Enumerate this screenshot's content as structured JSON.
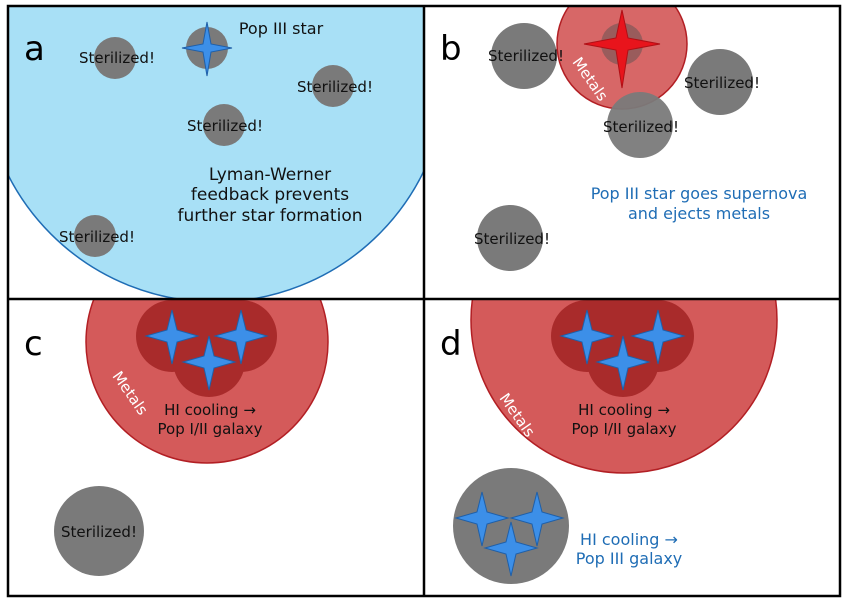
{
  "panels": {
    "a": {
      "letter": "a",
      "star_label": "Pop III star",
      "sterilized": "Sterilized!",
      "feedback_line1": "Lyman-Werner",
      "feedback_line2": "feedback prevents",
      "feedback_line3": "further star formation"
    },
    "b": {
      "letter": "b",
      "sterilized": "Sterilized!",
      "metals": "Metals",
      "note_line1": "Pop III star goes supernova",
      "note_line2": "and ejects metals"
    },
    "c": {
      "letter": "c",
      "metals": "Metals",
      "cooling_line1": "HI cooling →",
      "cooling_line2": "Pop I/II galaxy",
      "sterilized": "Sterilized!"
    },
    "d": {
      "letter": "d",
      "metals": "Metals",
      "cooling_line1": "HI cooling →",
      "cooling_line2": "Pop I/II galaxy",
      "popiii_line1": "HI cooling →",
      "popiii_line2": "Pop III galaxy"
    }
  },
  "colors": {
    "lw_bubble": "#a8e0f6",
    "lw_edge": "#1f6db5",
    "halo_gray": "#7a7a7a",
    "metal_red": "#d45a5a",
    "metal_edge": "#b21f24",
    "dark_red": "#a92b2b",
    "star_blue": "#3c8fe8",
    "star_red": "#e8141c"
  }
}
